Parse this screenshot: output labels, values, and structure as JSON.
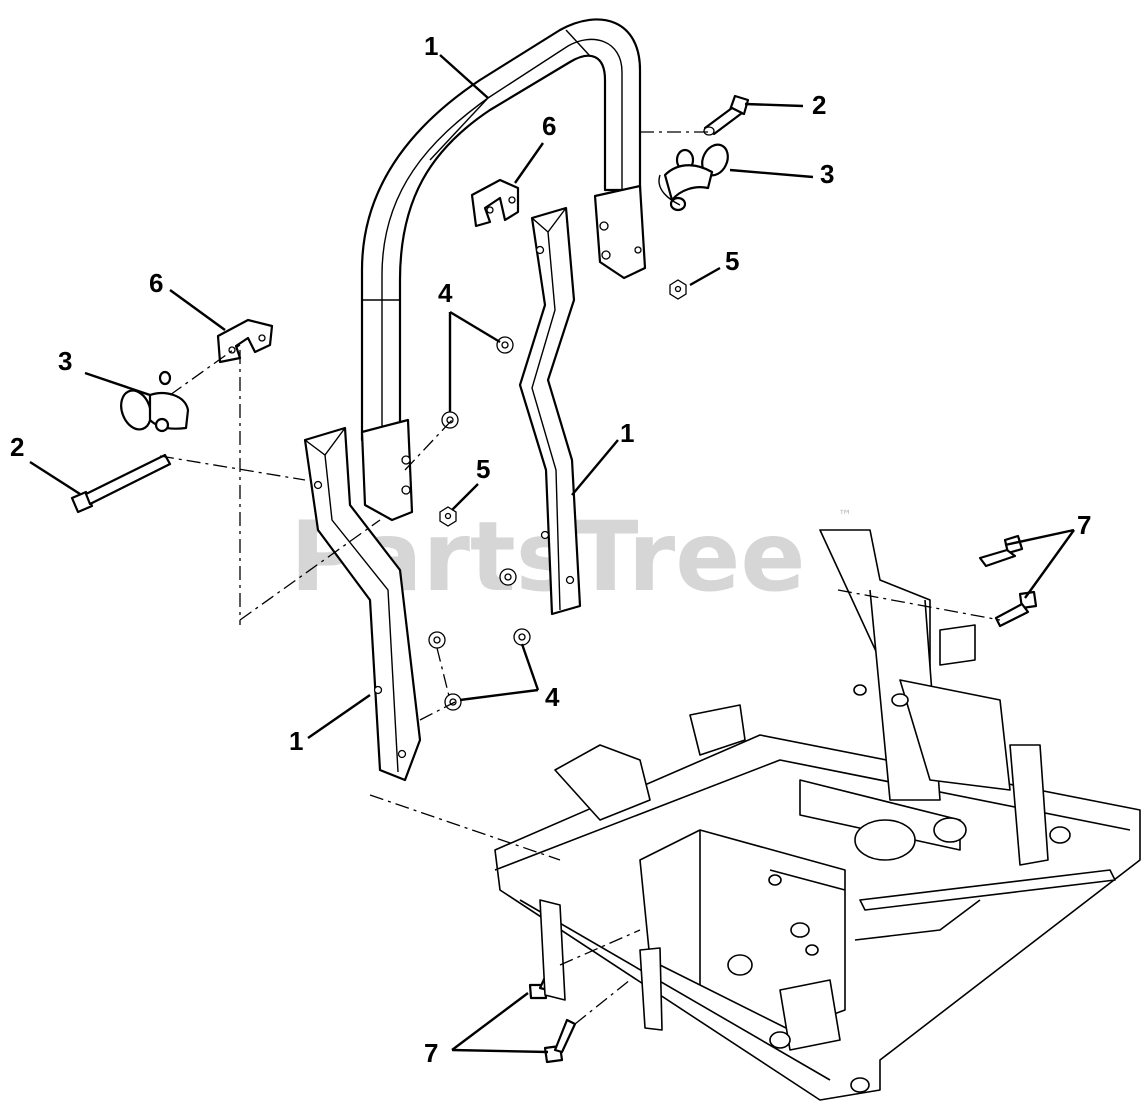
{
  "diagram": {
    "watermark": "PartsTree",
    "watermark_mark": "™",
    "callouts": [
      {
        "id": "c1a",
        "label": "1"
      },
      {
        "id": "c1b",
        "label": "1"
      },
      {
        "id": "c1c",
        "label": "1"
      },
      {
        "id": "c2a",
        "label": "2"
      },
      {
        "id": "c2b",
        "label": "2"
      },
      {
        "id": "c3a",
        "label": "3"
      },
      {
        "id": "c3b",
        "label": "3"
      },
      {
        "id": "c4a",
        "label": "4"
      },
      {
        "id": "c4b",
        "label": "4"
      },
      {
        "id": "c5a",
        "label": "5"
      },
      {
        "id": "c5b",
        "label": "5"
      },
      {
        "id": "c6a",
        "label": "6"
      },
      {
        "id": "c6b",
        "label": "6"
      },
      {
        "id": "c7a",
        "label": "7"
      },
      {
        "id": "c7b",
        "label": "7"
      }
    ]
  }
}
